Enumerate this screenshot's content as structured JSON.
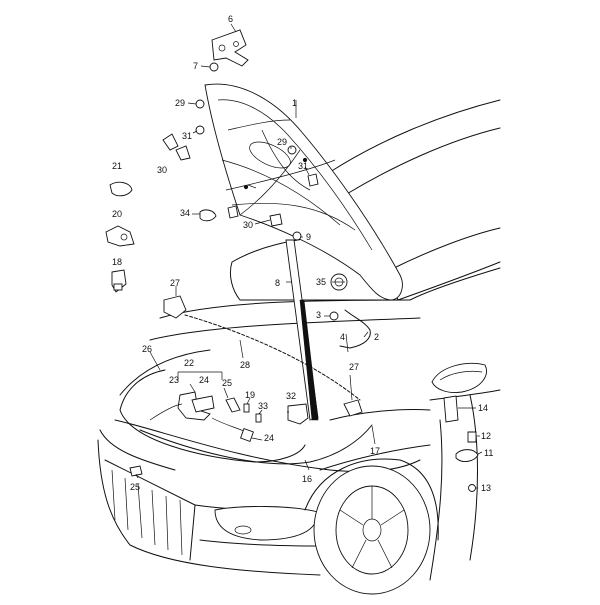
{
  "callouts": {
    "c1": "1",
    "c2": "2",
    "c3": "3",
    "c4": "4",
    "c6": "6",
    "c7": "7",
    "c8": "8",
    "c9": "9",
    "c11": "11",
    "c12": "12",
    "c13": "13",
    "c14": "14",
    "c16": "16",
    "c17": "17",
    "c18": "18",
    "c19": "19",
    "c20": "20",
    "c21": "21",
    "c22": "22",
    "c23": "23",
    "c24a": "24",
    "c24b": "24",
    "c25a": "25",
    "c25b": "25",
    "c26": "26",
    "c27a": "27",
    "c27b": "27",
    "c28": "28",
    "c29a": "29",
    "c29b": "29",
    "c30a": "30",
    "c30b": "30",
    "c31a": "31",
    "c31b": "31",
    "c32": "32",
    "c33": "33",
    "c34": "34",
    "c35": "35"
  }
}
